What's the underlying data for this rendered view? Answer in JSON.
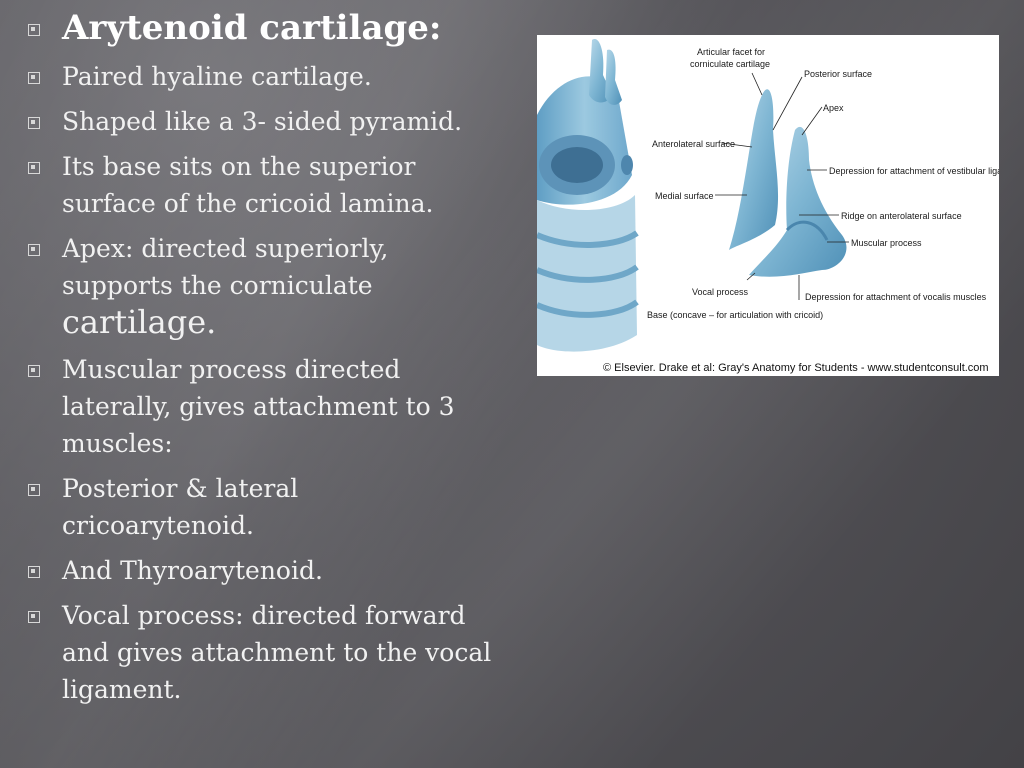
{
  "slide": {
    "heading": "Arytenoid cartilage:",
    "bullets": [
      {
        "text": "Paired hyaline cartilage."
      },
      {
        "text": "Shaped like a 3- sided pyramid."
      },
      {
        "text": "Its base sits on the superior surface of the cricoid lamina."
      },
      {
        "text": "Apex: directed superiorly, supports the corniculate",
        "tail": "cartilage."
      },
      {
        "text": "Muscular process directed laterally, gives attachment to 3 muscles:"
      },
      {
        "text": "Posterior & lateral cricoarytenoid."
      },
      {
        "text": "And Thyroarytenoid."
      },
      {
        "text": "Vocal process: directed forward and gives attachment to the vocal ligament."
      }
    ]
  },
  "figure": {
    "labels": {
      "articular_facet": [
        "Articular facet for",
        "corniculate cartilage"
      ],
      "posterior_surface": "Posterior surface",
      "apex": "Apex",
      "anterolateral_surface": "Anterolateral surface",
      "depression_vestibular": "Depression for attachment of vestibular ligament",
      "medial_surface": "Medial surface",
      "ridge": "Ridge on anterolateral surface",
      "muscular_process": "Muscular process",
      "vocal_process": "Vocal process",
      "depression_vocalis": "Depression for attachment of vocalis muscles",
      "base": "Base (concave – for articulation with cricoid)"
    },
    "credit": "© Elsevier. Drake et al: Gray's Anatomy for Students - www.studentconsult.com"
  }
}
